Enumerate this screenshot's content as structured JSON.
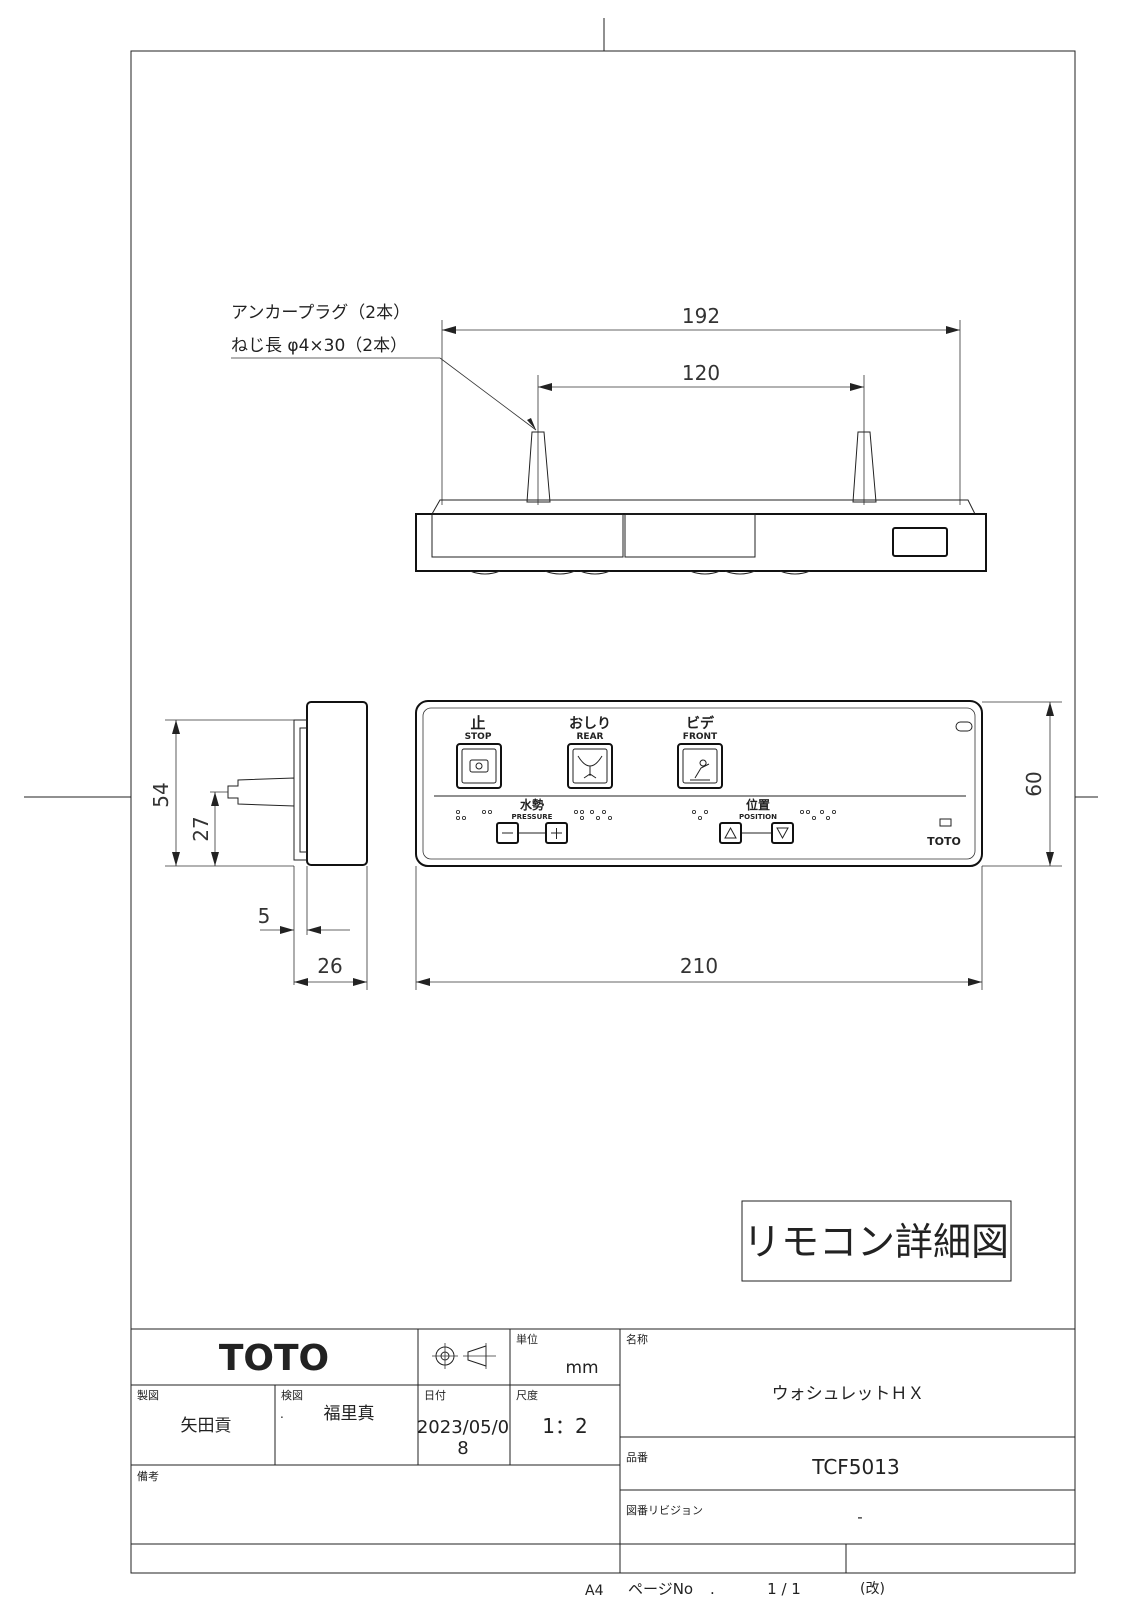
{
  "callout": {
    "line1": "アンカープラグ（2本）",
    "line2": "ねじ長 φ4×30（2本）"
  },
  "dimensions": {
    "d192": "192",
    "d120": "120",
    "d54": "54",
    "d27": "27",
    "d60": "60",
    "d5": "5",
    "d26": "26",
    "d210": "210"
  },
  "remote": {
    "stop_jp": "止",
    "stop_en": "STOP",
    "rear_jp": "おしり",
    "rear_en": "REAR",
    "front_jp": "ビデ",
    "front_en": "FRONT",
    "pressure_jp": "水勢",
    "pressure_en": "PRESSURE",
    "position_jp": "位置",
    "position_en": "POSITION",
    "brand": "TOTO"
  },
  "drawing_title": "リモコン詳細図",
  "titleblock": {
    "brand": "TOTO",
    "unit_label": "単位",
    "unit_value": "mm",
    "name_label": "名称",
    "name_value": "ウォシュレットＨＸ",
    "drawn_label": "製図",
    "drawn_value": "矢田貢",
    "checked_label": "検図",
    "checked_value": "福里真",
    "checked_mark": ".",
    "date_label": "日付",
    "date_value_1": "2023/05/0",
    "date_value_2": "8",
    "scale_label": "尺度",
    "scale_value": "1：2",
    "part_label": "品番",
    "part_value": "TCF5013",
    "notes_label": "備考",
    "revision_label": "図番リビジョン",
    "revision_value": "-",
    "paper_size": "A4",
    "page_label": "ページNo",
    "page_dot": ".",
    "page_value": "1 / 1",
    "rev_mark": "(改)"
  }
}
